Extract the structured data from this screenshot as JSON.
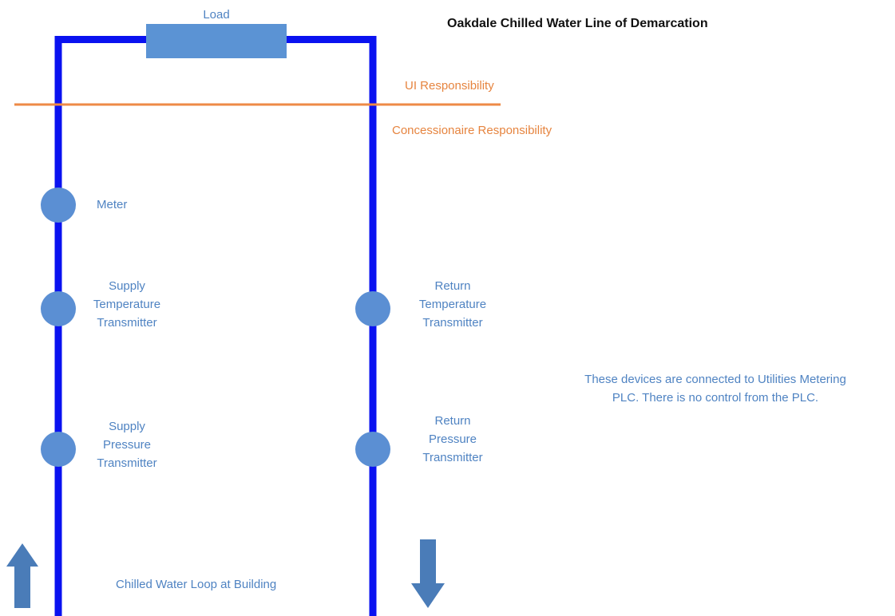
{
  "title": "Oakdale Chilled Water Line of Demarcation",
  "load": {
    "label": "Load"
  },
  "demarcation": {
    "upper_label": "UI Responsibility",
    "lower_label": "Concessionaire Responsibility"
  },
  "devices": {
    "meter": {
      "label": "Meter"
    },
    "supply_temperature": {
      "line1": "Supply",
      "line2": "Temperature",
      "line3": "Transmitter"
    },
    "return_temperature": {
      "line1": "Return",
      "line2": "Temperature",
      "line3": "Transmitter"
    },
    "supply_pressure": {
      "line1": "Supply",
      "line2": "Pressure",
      "line3": "Transmitter"
    },
    "return_pressure": {
      "line1": "Return",
      "line2": "Pressure",
      "line3": "Transmitter"
    }
  },
  "note": {
    "line1": "These devices are connected to Utilities Metering",
    "line2": "PLC. There is no control from the PLC."
  },
  "loop_label": "Chilled Water Loop at Building",
  "colors": {
    "pipe": "#0a12f0",
    "device": "#5b8fd3",
    "load_box": "#5b93d4",
    "demarcation_line": "#ee8a46",
    "blue_text": "#4f83c2",
    "orange_text": "#e6843f",
    "arrow": "#4a7cb8"
  }
}
